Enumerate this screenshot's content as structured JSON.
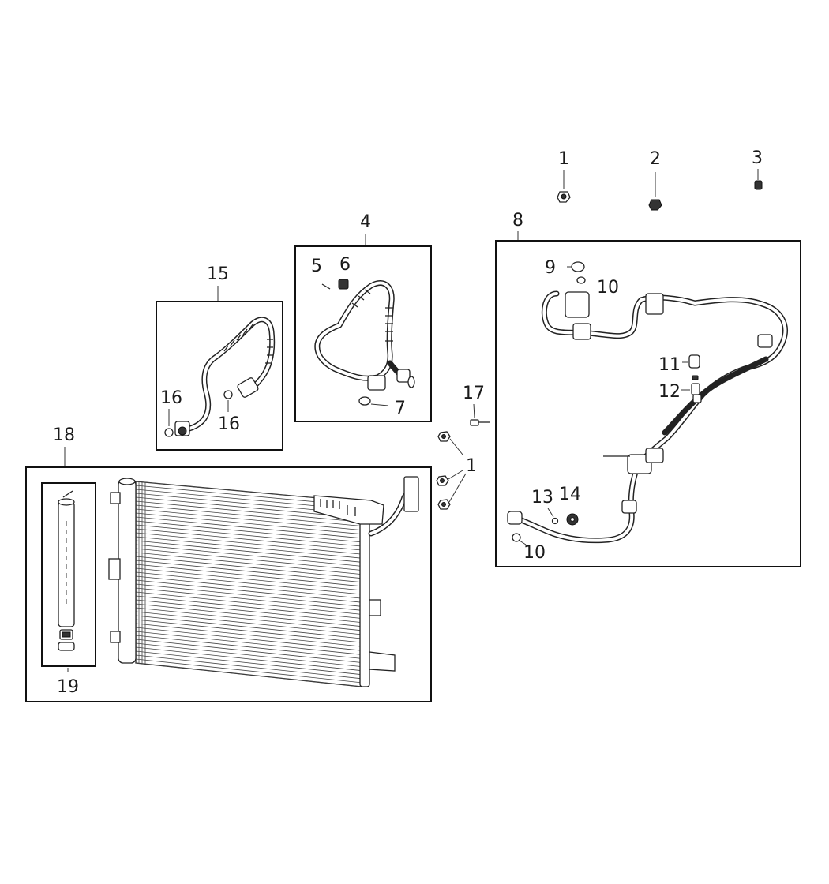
{
  "callouts": {
    "c1a": "1",
    "c2": "2",
    "c3": "3",
    "c4": "4",
    "c5": "5",
    "c6": "6",
    "c7": "7",
    "c8": "8",
    "c9": "9",
    "c10a": "10",
    "c10b": "10",
    "c11": "11",
    "c12": "12",
    "c13": "13",
    "c14": "14",
    "c15": "15",
    "c16a": "16",
    "c16b": "16",
    "c17": "17",
    "c18": "18",
    "c19": "19",
    "c1b": "1"
  }
}
